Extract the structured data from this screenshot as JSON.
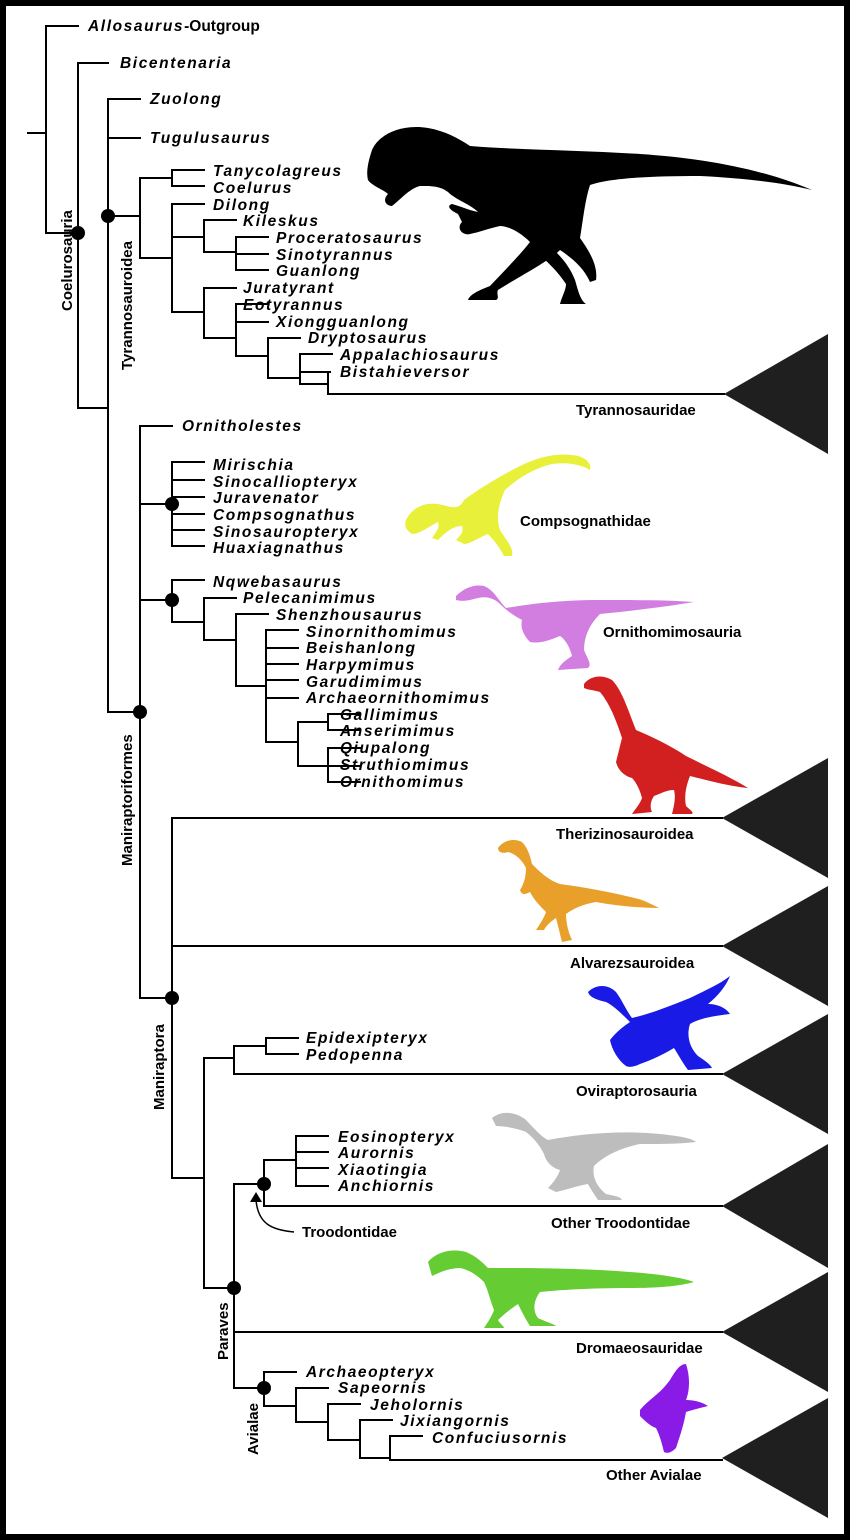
{
  "taxa": {
    "allosaurus_italic": "Allosaurus",
    "allosaurus_suffix": "-Outgroup",
    "bicentenaria": "Bicentenaria",
    "zuolong": "Zuolong",
    "tugulusaurus": "Tugulusaurus",
    "tanycolagreus": "Tanycolagreus",
    "coelurus": "Coelurus",
    "dilong": "Dilong",
    "kileskus": "Kileskus",
    "proceratosaurus": "Proceratosaurus",
    "sinotyrannus": "Sinotyrannus",
    "guanlong": "Guanlong",
    "juratyrant": "Juratyrant",
    "eotyrannus": "Eotyrannus",
    "xiongguanlong": "Xiongguanlong",
    "dryptosaurus": "Dryptosaurus",
    "appalachiosaurus": "Appalachiosaurus",
    "bistahieversor": "Bistahieversor",
    "ornitholestes": "Ornitholestes",
    "mirischia": "Mirischia",
    "sinocalliopteryx": "Sinocalliopteryx",
    "juravenator": "Juravenator",
    "compsognathus": "Compsognathus",
    "sinosauropteryx": "Sinosauropteryx",
    "huaxiagnathus": "Huaxiagnathus",
    "nqwebasaurus": "Nqwebasaurus",
    "pelecanimimus": "Pelecanimimus",
    "shenzhousaurus": "Shenzhousaurus",
    "sinornithomimus": "Sinornithomimus",
    "beishanlong": "Beishanlong",
    "harpymimus": "Harpymimus",
    "garudimimus": "Garudimimus",
    "archaeornithomimus": "Archaeornithomimus",
    "gallimimus": "Gallimimus",
    "anserimimus": "Anserimimus",
    "qiupalong": "Qiupalong",
    "struthiomimus": "Struthiomimus",
    "ornithomimus": "Ornithomimus",
    "epidexipteryx": "Epidexipteryx",
    "pedopenna": "Pedopenna",
    "eosinopteryx": "Eosinopteryx",
    "aurornis": "Aurornis",
    "xiaotingia": "Xiaotingia",
    "anchiornis": "Anchiornis",
    "archaeopteryx": "Archaeopteryx",
    "sapeornis": "Sapeornis",
    "jeholornis": "Jeholornis",
    "jixiangornis": "Jixiangornis",
    "confuciusornis": "Confuciusornis"
  },
  "clades": {
    "tyrannosauridae": "Tyrannosauridae",
    "compsognathidae": "Compsognathidae",
    "ornithomimosauria": "Ornithomimosauria",
    "therizinosauroidea": "Therizinosauroidea",
    "alvarezsauroidea": "Alvarezsauroidea",
    "oviraptorosauria": "Oviraptorosauria",
    "troodontidae": "Troodontidae",
    "other_troodontidae": "Other Troodontidae",
    "dromaeosauridae": "Dromaeosauridae",
    "other_avialae": "Other Avialae"
  },
  "nodes": {
    "coelurosauria": "Coelurosauria",
    "tyrannosauroidea": "Tyrannosauroidea",
    "maniraptoriformes": "Maniraptoriformes",
    "maniraptora": "Maniraptora",
    "paraves": "Paraves",
    "avialae": "Avialae"
  },
  "colors": {
    "tyrannosaur": "#000000",
    "compsognathid": "#e8f03a",
    "ornithomimosaur": "#d27ee0",
    "deinocheirid": "#d21f1f",
    "therizinosaur": "#e8a02a",
    "oviraptorosaur": "#1a1ae6",
    "troodontid": "#bdbdbd",
    "dromaeosaurid": "#66cc33",
    "avialan": "#8a1ae6",
    "wedge": "#1f1f1f",
    "frame": "#000000"
  }
}
